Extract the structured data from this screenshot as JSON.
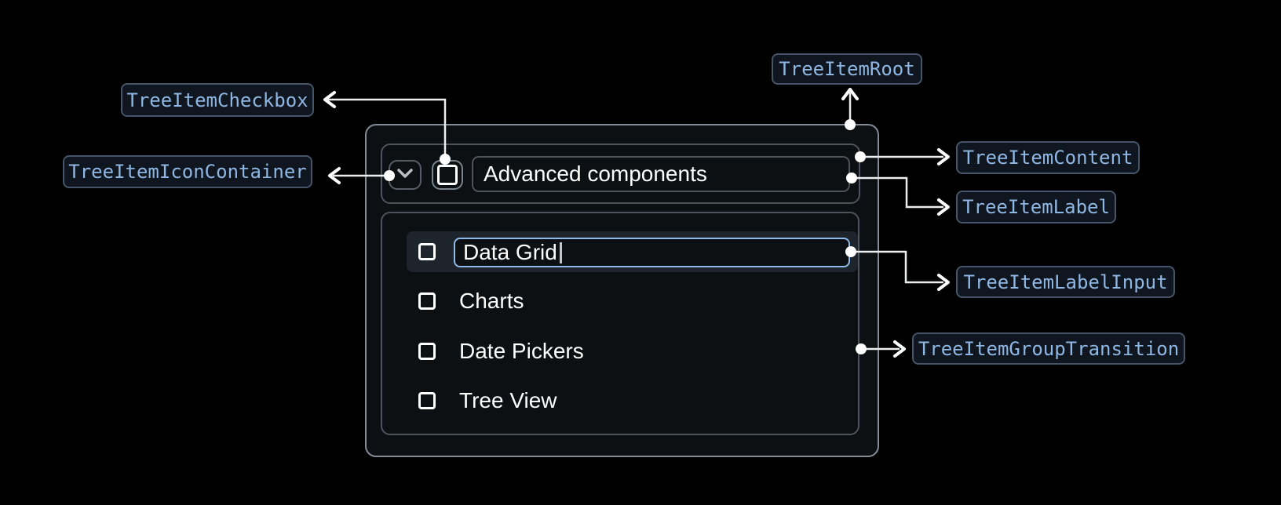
{
  "badges": {
    "root": "TreeItemRoot",
    "checkbox": "TreeItemCheckbox",
    "icon_container": "TreeItemIconContainer",
    "content": "TreeItemContent",
    "label": "TreeItemLabel",
    "label_input": "TreeItemLabelInput",
    "group_transition": "TreeItemGroupTransition"
  },
  "tree": {
    "parent_label": "Advanced components",
    "items": [
      {
        "label": "Data Grid",
        "editing": true,
        "checked": false
      },
      {
        "label": "Charts",
        "editing": false,
        "checked": false
      },
      {
        "label": "Date Pickers",
        "editing": false,
        "checked": false
      },
      {
        "label": "Tree View",
        "editing": false,
        "checked": false
      }
    ]
  },
  "icons": {
    "expand": "chevron-down",
    "checkbox_state": "unchecked"
  },
  "colors": {
    "page_bg": "#000000",
    "panel_border": "#858c95",
    "inner_border": "#4d545b",
    "input_focus_border": "#90bae9",
    "row_highlight_bg": "#1e242b",
    "badge_text": "#8fb7e3",
    "badge_border": "#455468",
    "badge_bg": "#10161f",
    "connector": "#eceeef"
  }
}
